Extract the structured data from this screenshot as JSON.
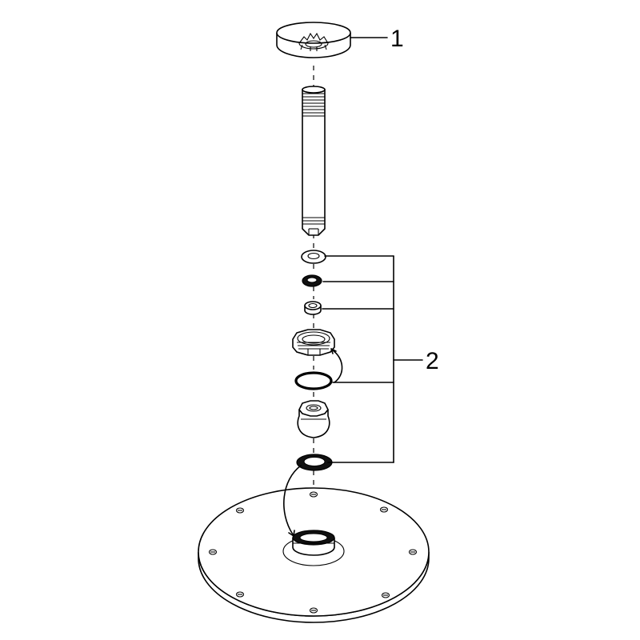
{
  "diagram": {
    "callouts": [
      {
        "id": "part-1",
        "label": "1"
      },
      {
        "id": "part-2",
        "label": "2"
      }
    ],
    "line_color": "#000000",
    "background_color": "#ffffff"
  }
}
